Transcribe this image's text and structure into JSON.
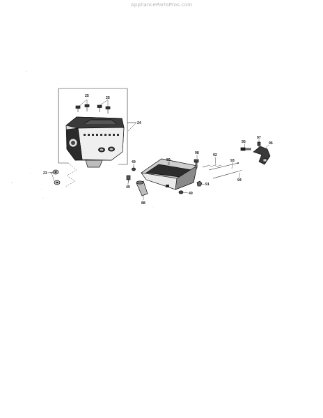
{
  "watermark": "AppliancePartsPros.com",
  "callouts": {
    "c25a": "25",
    "c25b": "25",
    "c24": "24",
    "c23": "23",
    "c49a": "49",
    "c89": "89",
    "c49b": "49",
    "c88": "88",
    "c98": "98",
    "c92": "92",
    "c93": "93",
    "c94": "94",
    "c91": "91",
    "c49c": "49",
    "c96": "96",
    "c97": "97",
    "c95": "95"
  }
}
